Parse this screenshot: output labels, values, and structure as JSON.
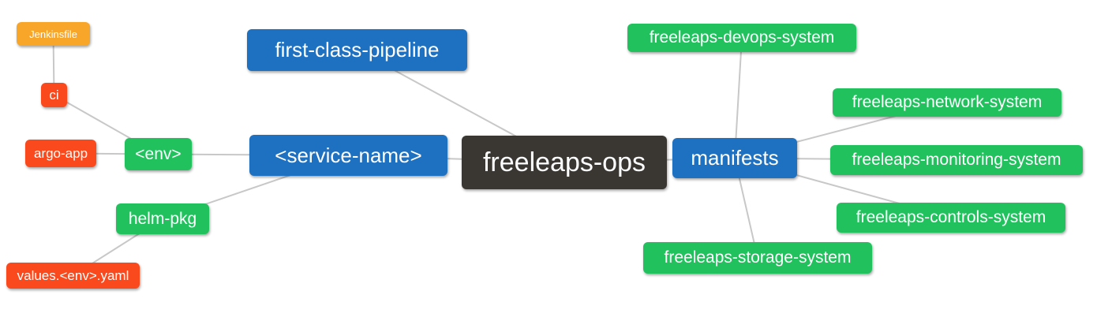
{
  "diagram": {
    "type": "mindmap",
    "root": "freeleaps-ops",
    "colors": {
      "background": "#ffffff",
      "edge": "#c8c8c8",
      "text": "#ffffff",
      "level1": "#3a3733",
      "level2": "#1e70c1",
      "level3": "#21c25e",
      "level4": "#fa491d",
      "level5": "#f8a62a"
    },
    "nodes": {
      "freeleaps-ops": {
        "label": "freeleaps-ops",
        "level": 1
      },
      "first-class-pipeline": {
        "label": "first-class-pipeline",
        "level": 2
      },
      "service-name": {
        "label": "<service-name>",
        "level": 2
      },
      "manifests": {
        "label": "manifests",
        "level": 2
      },
      "env": {
        "label": "<env>",
        "level": 3
      },
      "helm-pkg": {
        "label": "helm-pkg",
        "level": 3
      },
      "freeleaps-devops-system": {
        "label": "freeleaps-devops-system",
        "level": 3
      },
      "freeleaps-network-system": {
        "label": "freeleaps-network-system",
        "level": 3
      },
      "freeleaps-monitoring-system": {
        "label": "freeleaps-monitoring-system",
        "level": 3
      },
      "freeleaps-controls-system": {
        "label": "freeleaps-controls-system",
        "level": 3
      },
      "freeleaps-storage-system": {
        "label": "freeleaps-storage-system",
        "level": 3
      },
      "argo-app": {
        "label": "argo-app",
        "level": 4
      },
      "ci": {
        "label": "ci",
        "level": 4
      },
      "values-env-yaml": {
        "label": "values.<env>.yaml",
        "level": 4
      },
      "jenkinsfile": {
        "label": "Jenkinsfile",
        "level": 5
      }
    },
    "edges": [
      [
        "freeleaps-ops",
        "first-class-pipeline"
      ],
      [
        "freeleaps-ops",
        "service-name"
      ],
      [
        "freeleaps-ops",
        "manifests"
      ],
      [
        "service-name",
        "env"
      ],
      [
        "service-name",
        "helm-pkg"
      ],
      [
        "env",
        "ci"
      ],
      [
        "env",
        "argo-app"
      ],
      [
        "ci",
        "jenkinsfile"
      ],
      [
        "helm-pkg",
        "values-env-yaml"
      ],
      [
        "manifests",
        "freeleaps-devops-system"
      ],
      [
        "manifests",
        "freeleaps-network-system"
      ],
      [
        "manifests",
        "freeleaps-monitoring-system"
      ],
      [
        "manifests",
        "freeleaps-controls-system"
      ],
      [
        "manifests",
        "freeleaps-storage-system"
      ]
    ]
  }
}
